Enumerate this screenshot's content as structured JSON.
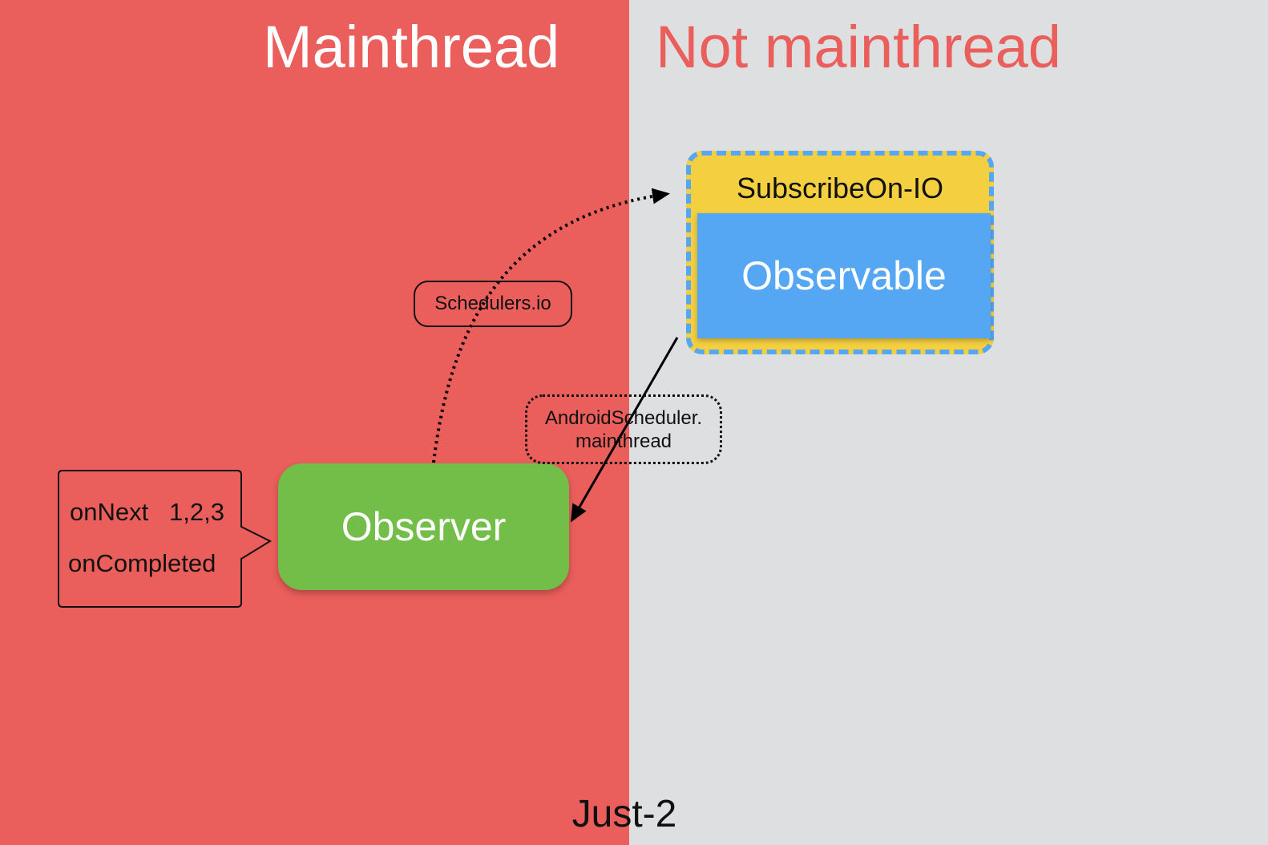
{
  "headings": {
    "left": "Mainthread",
    "right": "Not mainthread"
  },
  "nodes": {
    "subscribe_on": "SubscribeOn-IO",
    "observable": "Observable",
    "observer": "Observer"
  },
  "edge_labels": {
    "schedulers_io": "Schedulers.io",
    "android_line1": "AndroidScheduler.",
    "android_line2": "mainthread"
  },
  "callout": {
    "line1": "onNext   1,2,3",
    "line2": "onCompleted"
  },
  "footer": "Just-2",
  "colors": {
    "mainthread_bg": "#EA5E5B",
    "other_bg": "#DEDFE0",
    "subscribe_fill": "#F4CF3F",
    "subscribe_border": "#55A7F4",
    "observable_fill": "#55A7F4",
    "observer_fill": "#72BE48"
  }
}
